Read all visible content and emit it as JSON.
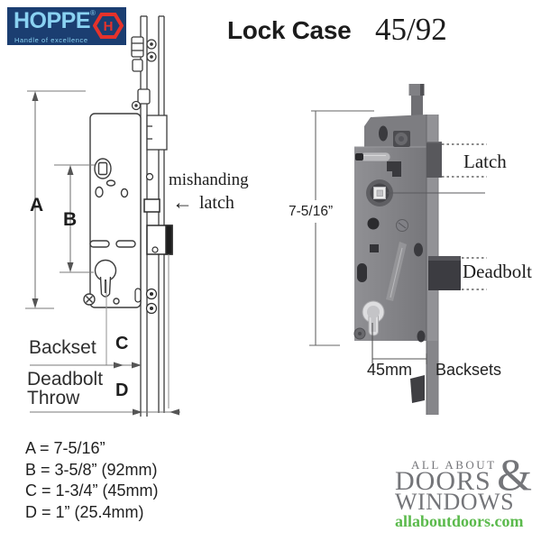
{
  "theme": {
    "bg": "#ffffff",
    "ink": "#1c1c1c",
    "navy": "#1b3e71",
    "hoppe_blue": "#8ad2f2",
    "hoppe_red": "#e5322b",
    "footer_gray": "#747579",
    "footer_green": "#5bba4c"
  },
  "header": {
    "logo": {
      "brand": "HOPPE",
      "registered": "®",
      "icon_letter": "H",
      "tagline": "Handle of excellence"
    },
    "title": "Lock Case",
    "model": "45/92"
  },
  "diagram": {
    "label_a": "A",
    "label_b": "B",
    "label_c": "C",
    "label_d": "D",
    "backset": "Backset",
    "deadbolt_throw": "Deadbolt Throw",
    "note_line1": "mishanding",
    "note_arrow": "←",
    "note_line2": "latch"
  },
  "legend": {
    "items": [
      "A = 7-5/16”",
      "B = 3-5/8” (92mm)",
      "C = 1-3/4” (45mm)",
      "D = 1” (25.4mm)"
    ]
  },
  "photo": {
    "height": "7-5/16”",
    "latch": "Latch",
    "deadbolt": "Deadbolt",
    "backset_value": "45mm",
    "backsets": "Backsets"
  },
  "footer": {
    "line1": "ALL ABOUT",
    "amp": "&",
    "doors": "DOORS",
    "windows": "WINDOWS",
    "site": "allaboutdoors.com"
  }
}
